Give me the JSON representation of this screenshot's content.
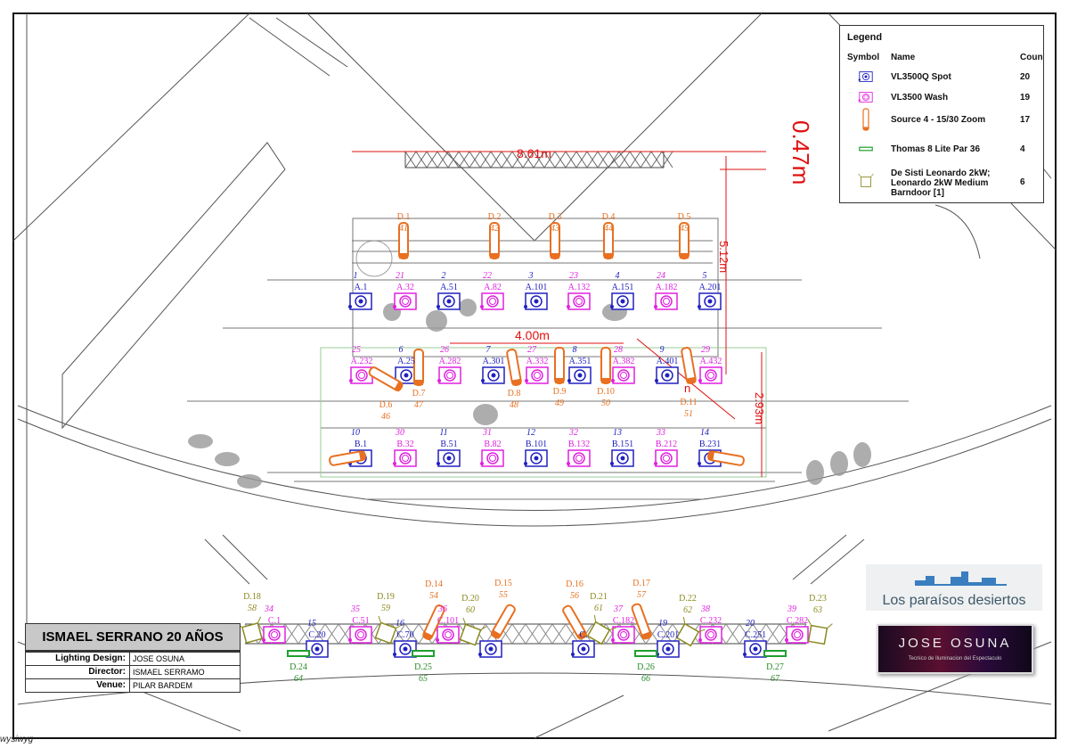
{
  "legend": {
    "title": "Legend",
    "headers": {
      "symbol": "Symbol",
      "name": "Name",
      "count": "Coun"
    },
    "items": [
      {
        "icon": "spot-fixture-icon",
        "name": "VL3500Q Spot",
        "count": "20",
        "color": "#2020c0"
      },
      {
        "icon": "wash-fixture-icon",
        "name": "VL3500 Wash",
        "count": "19",
        "color": "#e020e0"
      },
      {
        "icon": "source4-fixture-icon",
        "name": "Source 4 - 15/30 Zoom",
        "count": "17",
        "color": "#e87020"
      },
      {
        "icon": "par36-fixture-icon",
        "name": "Thomas 8 Lite Par 36",
        "count": "4",
        "color": "#20a030"
      },
      {
        "icon": "leonardo-fixture-icon",
        "name": "De Sisti Leonardo 2kW; Leonardo 2kW Medium Barndoor [1]",
        "count": "6",
        "color": "#8a8a20"
      }
    ]
  },
  "dimensions": {
    "top_width": "8.61m",
    "trim": "0.47m",
    "depth": "5.12m",
    "mid_width": "4.00m",
    "lower_depth": "2.93m",
    "diag": "n"
  },
  "title_block": {
    "title": "ISMAEL SERRANO 20 AÑOS",
    "rows": [
      {
        "label": "Lighting Design:",
        "value": "JOSE OSUNA"
      },
      {
        "label": "Director:",
        "value": "ISMAEL SERRAMO"
      },
      {
        "label": "Venue:",
        "value": "PILAR BARDEM"
      }
    ]
  },
  "logos": {
    "paraisos": "Los paraísos desiertos",
    "osuna_name": "JOSE OSUNA",
    "osuna_sub": "Tecnico de Iluminacion del Espectaculo",
    "wysiwyg": "wysiwyg"
  },
  "fixtures": {
    "row_a1": [
      {
        "type": "spot",
        "pos": "A.1",
        "ch": "1"
      },
      {
        "type": "wash",
        "pos": "A.32",
        "ch": "21"
      },
      {
        "type": "spot",
        "pos": "A.51",
        "ch": "2"
      },
      {
        "type": "wash",
        "pos": "A.82",
        "ch": "22"
      },
      {
        "type": "spot",
        "pos": "A.101",
        "ch": "3"
      },
      {
        "type": "wash",
        "pos": "A.132",
        "ch": "23"
      },
      {
        "type": "spot",
        "pos": "A.151",
        "ch": "4"
      },
      {
        "type": "wash",
        "pos": "A.182",
        "ch": "24"
      },
      {
        "type": "spot",
        "pos": "A.201",
        "ch": "5"
      }
    ],
    "source4_top": [
      {
        "pos": "D.1",
        "ch": "41"
      },
      {
        "pos": "D.2",
        "ch": "42"
      },
      {
        "pos": "D.3",
        "ch": "43"
      },
      {
        "pos": "D.4",
        "ch": "44"
      },
      {
        "pos": "D.5",
        "ch": "45"
      }
    ],
    "row_a2": [
      {
        "type": "wash",
        "pos": "A.232",
        "ch": "25"
      },
      {
        "type": "spot",
        "pos": "A.25",
        "ch": "6"
      },
      {
        "type": "wash",
        "pos": "A.282",
        "ch": "26"
      },
      {
        "type": "spot",
        "pos": "A.301",
        "ch": "7"
      },
      {
        "type": "wash",
        "pos": "A.332",
        "ch": "27"
      },
      {
        "type": "spot",
        "pos": "A.351",
        "ch": "8"
      },
      {
        "type": "wash",
        "pos": "A.382",
        "ch": "28"
      },
      {
        "type": "spot",
        "pos": "A.401",
        "ch": "9"
      },
      {
        "type": "wash",
        "pos": "A.432",
        "ch": "29"
      }
    ],
    "source4_mid": [
      {
        "pos": "D.6",
        "ch": "46"
      },
      {
        "pos": "D.7",
        "ch": "47"
      },
      {
        "pos": "D.8",
        "ch": "48"
      },
      {
        "pos": "D.9",
        "ch": "49"
      },
      {
        "pos": "D.10",
        "ch": "50"
      },
      {
        "pos": "D.11",
        "ch": "51"
      }
    ],
    "row_b": [
      {
        "type": "spot",
        "pos": "B.1",
        "ch": "10"
      },
      {
        "type": "wash",
        "pos": "B.32",
        "ch": "30"
      },
      {
        "type": "spot",
        "pos": "B.51",
        "ch": "11"
      },
      {
        "type": "wash",
        "pos": "B.82",
        "ch": "31"
      },
      {
        "type": "spot",
        "pos": "B.101",
        "ch": "12"
      },
      {
        "type": "wash",
        "pos": "B.132",
        "ch": "32"
      },
      {
        "type": "spot",
        "pos": "B.151",
        "ch": "13"
      },
      {
        "type": "wash",
        "pos": "B.212",
        "ch": "33"
      },
      {
        "type": "spot",
        "pos": "B.231",
        "ch": "14"
      }
    ],
    "row_c": [
      {
        "type": "wash",
        "pos": "C.1",
        "ch": "34"
      },
      {
        "type": "spot",
        "pos": "C.20",
        "ch": "15"
      },
      {
        "type": "wash",
        "pos": "C.51",
        "ch": "35"
      },
      {
        "type": "spot",
        "pos": "C.70",
        "ch": "16"
      },
      {
        "type": "wash",
        "pos": "C.101",
        "ch": "36"
      },
      {
        "type": "spot",
        "pos": "",
        "ch": ""
      },
      {
        "type": "spot",
        "pos": "C.",
        "ch": ""
      },
      {
        "type": "wash",
        "pos": "C.182",
        "ch": "37"
      },
      {
        "type": "spot",
        "pos": "C.201",
        "ch": "19"
      },
      {
        "type": "wash",
        "pos": "C.232",
        "ch": "38"
      },
      {
        "type": "spot",
        "pos": "C.251",
        "ch": "20"
      },
      {
        "type": "wash",
        "pos": "C.282",
        "ch": "39"
      }
    ],
    "leonardo": [
      {
        "pos": "D.18",
        "ch": "58"
      },
      {
        "pos": "D.19",
        "ch": "59"
      },
      {
        "pos": "D.20",
        "ch": "60"
      },
      {
        "pos": "D.21",
        "ch": "61"
      },
      {
        "pos": "D.22",
        "ch": "62"
      },
      {
        "pos": "D.23",
        "ch": "63"
      }
    ],
    "source4_low": [
      {
        "pos": "D.14",
        "ch": "54"
      },
      {
        "pos": "D.15",
        "ch": "55"
      },
      {
        "pos": "D.16",
        "ch": "56"
      },
      {
        "pos": "D.17",
        "ch": "57"
      }
    ],
    "par36": [
      {
        "pos": "D.24",
        "ch": "64"
      },
      {
        "pos": "D.25",
        "ch": "65"
      },
      {
        "pos": "D.26",
        "ch": "66"
      },
      {
        "pos": "D.27",
        "ch": "67"
      }
    ]
  }
}
